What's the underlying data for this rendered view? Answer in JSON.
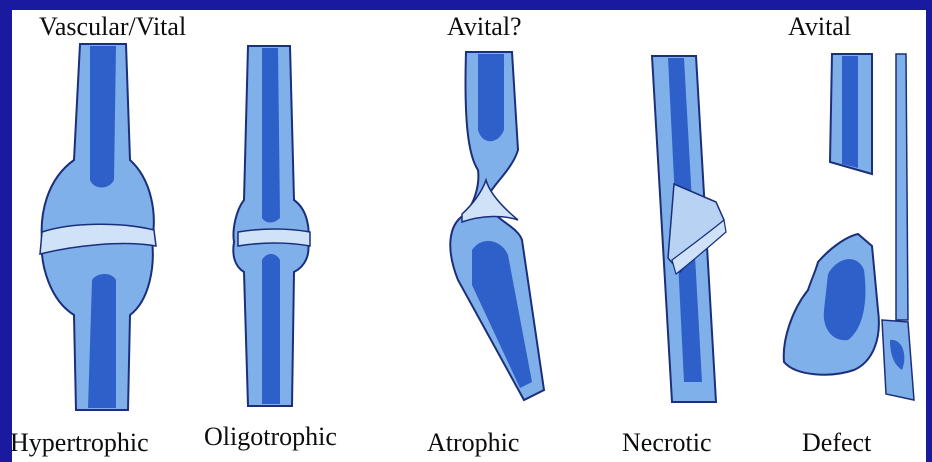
{
  "headings": {
    "vascular": "Vascular/Vital",
    "avital_q": "Avital?",
    "avital": "Avital"
  },
  "captions": {
    "hypertrophic": "Hypertrophic",
    "oligotrophic": "Oligotrophic",
    "atrophic": "Atrophic",
    "necrotic": "Necrotic",
    "defect": "Defect"
  },
  "colors": {
    "border": "#1a1aa0",
    "cortex": "#7fb0ea",
    "marrow": "#2f5fc8",
    "outline": "#1b2f7a",
    "gap": "#cfe2f7"
  }
}
